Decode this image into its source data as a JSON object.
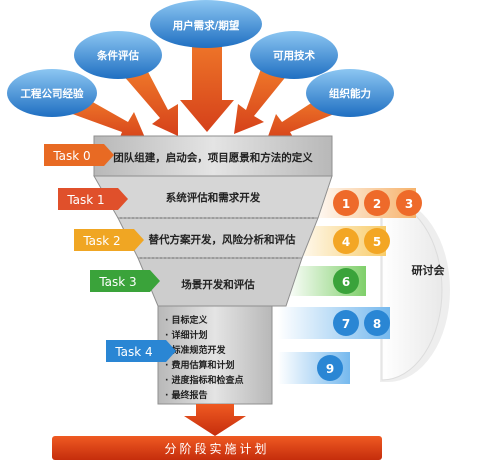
{
  "inputs": {
    "engineering_experience": "工程公司经验",
    "condition_evaluation": "条件评估",
    "user_needs": "用户需求/期望",
    "available_technology": "可用技术",
    "organizational_capability": "组织能力"
  },
  "tasks": [
    {
      "tag": "Task 0",
      "text": "团队组建，启动会，项目愿景和方法的定义"
    },
    {
      "tag": "Task 1",
      "text": "系统评估和需求开发"
    },
    {
      "tag": "Task 2",
      "text": "替代方案开发，风险分析和评估"
    },
    {
      "tag": "Task 3",
      "text": "场景开发和评估"
    },
    {
      "tag": "Task 4",
      "items": [
        "· 目标定义",
        "· 详细计划",
        "· 标准规范开发",
        "· 费用估算和计划",
        "· 进度指标和检查点",
        "· 最终报告"
      ]
    }
  ],
  "workshops": {
    "label": "研讨会",
    "numbers": [
      "1",
      "2",
      "3",
      "4",
      "5",
      "6",
      "7",
      "8",
      "9"
    ]
  },
  "output": "分阶段实施计划",
  "colors": {
    "cloud_blue": "#2f86d6",
    "input_arrow": "#e5541c",
    "task0_tag": "#e86a23",
    "task1_tag": "#e0502b",
    "task2_tag": "#f0a623",
    "task3_tag": "#3aa33a",
    "task4_tag": "#2a86d4",
    "funnel_gray": "#c9c9c9",
    "output_bar": "#dc3a12"
  }
}
